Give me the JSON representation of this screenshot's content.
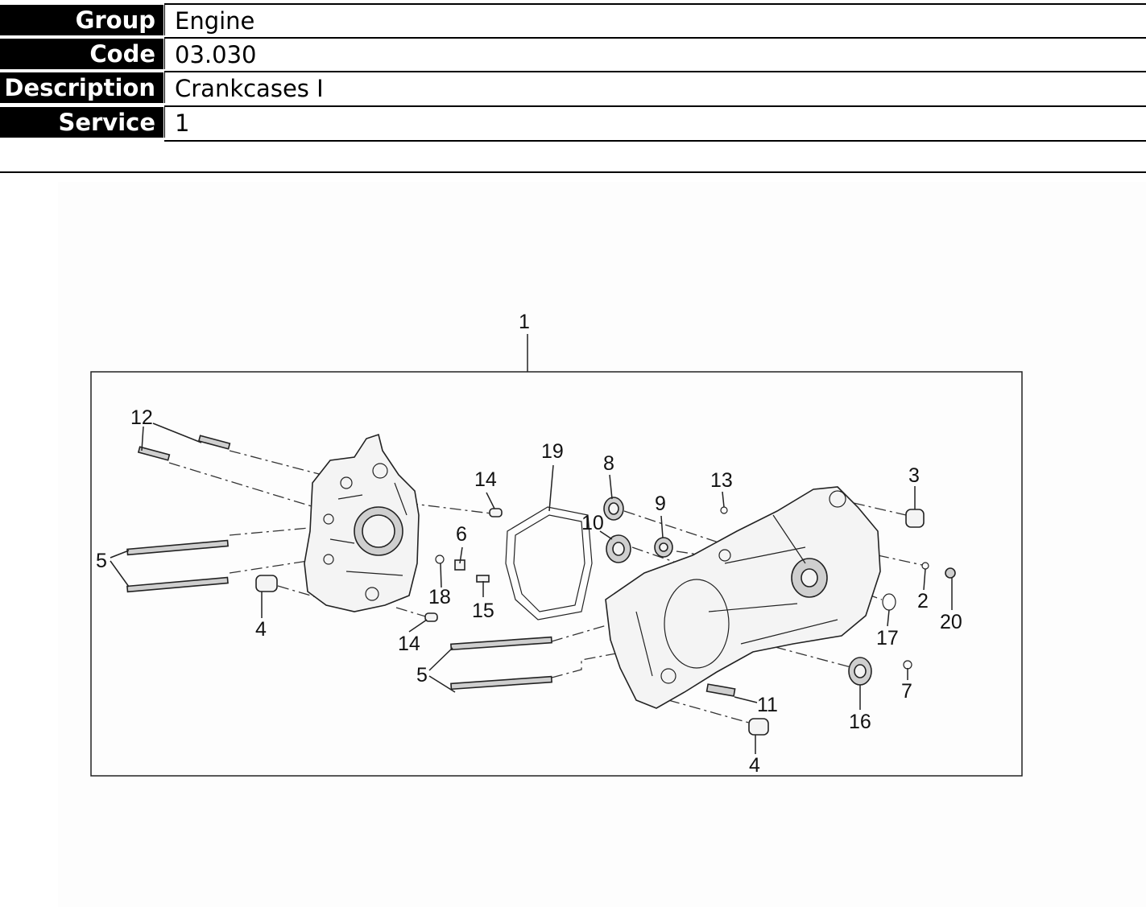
{
  "info": {
    "rows": [
      {
        "label": "Group",
        "value": "Engine"
      },
      {
        "label": "Code",
        "value": "03.030"
      },
      {
        "label": "Description",
        "value": "Crankcases I"
      },
      {
        "label": "Service",
        "value": "1"
      }
    ]
  },
  "diagram": {
    "callouts": {
      "c1": "1",
      "c2": "2",
      "c3": "3",
      "c4a": "4",
      "c4b": "4",
      "c5a": "5",
      "c5b": "5",
      "c6": "6",
      "c7": "7",
      "c8": "8",
      "c9": "9",
      "c10": "10",
      "c11": "11",
      "c12": "12",
      "c13": "13",
      "c14a": "14",
      "c14b": "14",
      "c15": "15",
      "c16": "16",
      "c17": "17",
      "c18": "18",
      "c19": "19",
      "c20": "20"
    }
  }
}
